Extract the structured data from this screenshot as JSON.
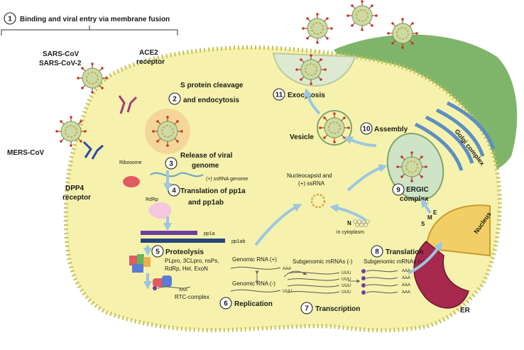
{
  "step1": {
    "num": "1",
    "label": "Binding and viral entry via membrane fusion"
  },
  "virus_groups": {
    "sars": [
      "SARS-CoV",
      "SARS-CoV-2"
    ],
    "mers": "MERS-CoV"
  },
  "receptors": {
    "ace2": [
      "ACE2",
      "receptor"
    ],
    "dpp4": [
      "DPP4",
      "receptor"
    ]
  },
  "step2": {
    "num": "2",
    "lines": [
      "S protein cleavage",
      "and endocytosis"
    ]
  },
  "step3": {
    "num": "3",
    "lines": [
      "Release of viral",
      "genome"
    ]
  },
  "step4": {
    "num": "4",
    "lines": [
      "Translation of pp1a",
      "and pp1ab"
    ]
  },
  "step5": {
    "num": "5",
    "label": "Proteolysis",
    "products": [
      "PLpro, 3CLpro, nsPs,",
      "RdRp, Hel, ExoN"
    ]
  },
  "step6": {
    "num": "6",
    "label": "Replication"
  },
  "step7": {
    "num": "7",
    "label": "Transcription"
  },
  "step8": {
    "num": "8",
    "label": "Translation"
  },
  "step9": {
    "num": "9",
    "lines": [
      "ERGIC",
      "complex"
    ]
  },
  "step10": {
    "num": "10",
    "label": "Assembly"
  },
  "step11": {
    "num": "11",
    "label": "Exocytosis"
  },
  "labels": {
    "ribosome": "Ribosome",
    "ssrna_genome": "(+) ssRNA genome",
    "rdrp": "RdRp",
    "pp1a": "pp1a",
    "pp1ab": "pp1ab",
    "rtc": "RTC-complex",
    "genomic_pos": "Genomic RNA (+)",
    "genomic_neg": "Genomic RNA (-)",
    "subgenomic_neg": "Subgenomic mRNAs (-)",
    "subgenomic_pos": "Subgenomic mRNAs (+)",
    "nucleocapsid": [
      "Nucleocapsid and",
      "(+) ssRNA"
    ],
    "n_cytoplasm": [
      "N",
      "in cytoplasm"
    ],
    "vesicle": "Vesicle",
    "golgi": "Golgi complex",
    "nucleus": "Nucleus",
    "er": "ER",
    "sme": [
      "S",
      "M",
      "E"
    ],
    "aaa": "AAA",
    "uuu": "UUU"
  }
}
